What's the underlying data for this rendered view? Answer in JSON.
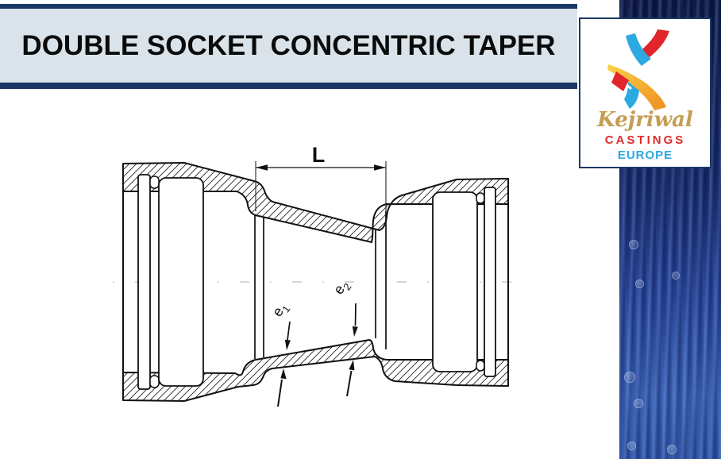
{
  "header": {
    "title": "DOUBLE SOCKET CONCENTRIC TAPER"
  },
  "logo": {
    "name": "Kejriwal",
    "castings": "CASTINGS",
    "europe": "EUROPE",
    "ribbon_icon": "interwoven-ribbon-k-icon"
  },
  "drawing": {
    "dimension_label": "L",
    "e1": {
      "base": "e",
      "sub": "1"
    },
    "e2": {
      "base": "e",
      "sub": "2"
    }
  },
  "colors": {
    "banner_navy": "#1b3765",
    "banner_bg": "#d9e3e9",
    "title_text": "#0b0b0b",
    "logo_gold": "#c49e53",
    "logo_red": "#e02b28",
    "logo_blue": "#2aa9e1",
    "water_dark": "#0a1540",
    "water_light": "#3a62b8",
    "line_ink": "#111111"
  }
}
